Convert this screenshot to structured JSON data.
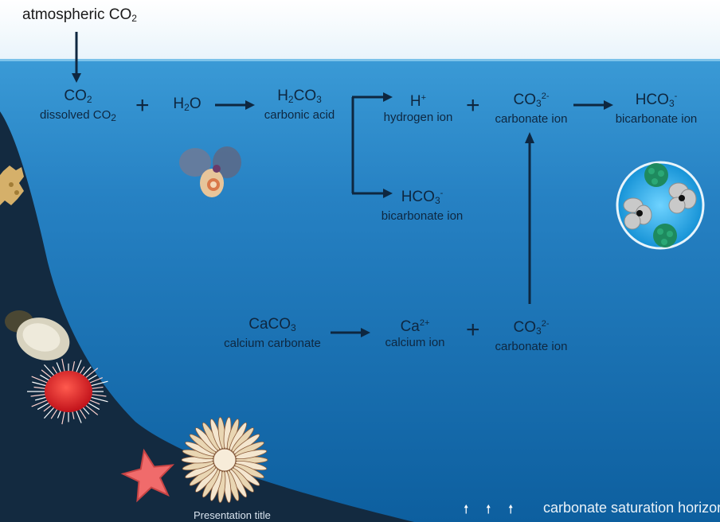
{
  "atmosphere": {
    "label_main": "atmospheric CO",
    "label_sub": "2"
  },
  "reactions": {
    "co2": {
      "formula": [
        "CO",
        "2"
      ],
      "name": "dissolved CO",
      "name_sub": "2"
    },
    "plus_1": "+",
    "h2o": {
      "formula": [
        "H",
        "2",
        "O"
      ]
    },
    "h2co3": {
      "formula": [
        "H",
        "2",
        "CO",
        "3"
      ],
      "name": "carbonic acid"
    },
    "hplus": {
      "formula": "H",
      "sup": "+",
      "name": "hydrogen ion"
    },
    "plus_2": "+",
    "co3_top": {
      "formula": "CO",
      "sub": "3",
      "sup": "2-",
      "name": "carbonate ion"
    },
    "hco3_right": {
      "formula": "HCO",
      "sub": "3",
      "sup": "-",
      "name": "bicarbonate ion"
    },
    "hco3_mid": {
      "formula": "HCO",
      "sub": "3",
      "sup": "-",
      "name": "bicarbonate ion"
    },
    "caco3": {
      "formula": "CaCO",
      "sub": "3",
      "name": "calcium carbonate"
    },
    "ca": {
      "formula": "Ca",
      "sup": "2+",
      "name": "calcium ion"
    },
    "plus_3": "+",
    "co3_bottom": {
      "formula": "CO",
      "sub": "3",
      "sup": "2-",
      "name": "carbonate ion"
    }
  },
  "footer": {
    "presentation_title": "Presentation title",
    "horizon_label": "carbonate saturation horizon",
    "horizon_arrows": [
      "🠕",
      "🠕",
      "🠕"
    ]
  },
  "colors": {
    "sky": "#ffffff",
    "ocean_surface": "#2f8fcf",
    "ocean_deep": "#0f5c98",
    "seafloor": "#132a40",
    "text": "#0e2740"
  }
}
